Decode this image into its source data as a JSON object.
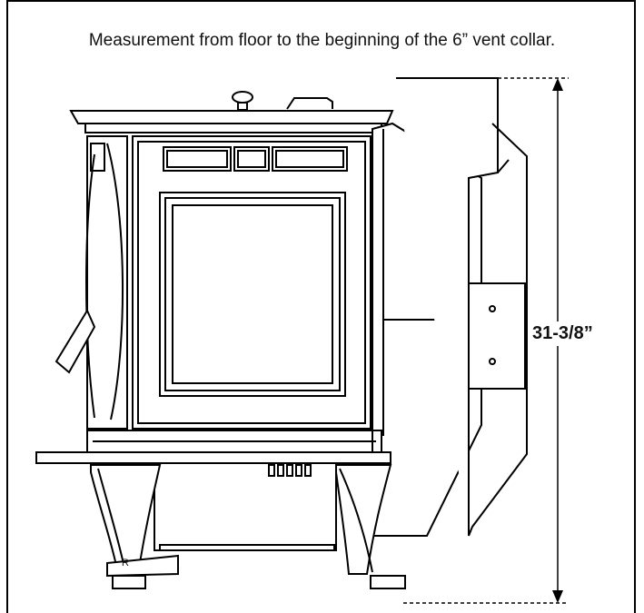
{
  "caption": "Measurement from floor to the beginning of the 6” vent collar.",
  "dimension": "31-3/8”",
  "badge": "R"
}
